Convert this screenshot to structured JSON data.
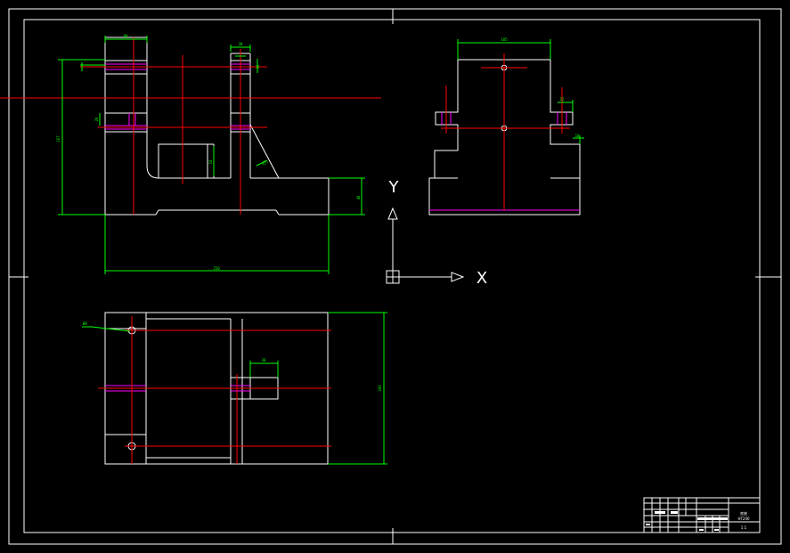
{
  "colors": {
    "background": "#000000",
    "outline": "#ffffff",
    "centerline": "#ff0000",
    "dimension": "#00ff00",
    "hidden": "#ff00ff"
  },
  "ucs": {
    "x_label": "X",
    "y_label": "Y"
  },
  "dimensions": {
    "front_top_left_width": "80",
    "front_top_right_width": "30",
    "front_overall_height": "167",
    "front_base_height": "40",
    "front_overall_width": "250",
    "front_small_a": "10",
    "front_small_b": "20",
    "front_small_c": "10",
    "front_angle": "45°",
    "side_top_width": "105",
    "side_hole_width": "12",
    "side_step": "10",
    "plan_hole": "Ø8",
    "plan_slot_width": "30",
    "plan_depth": "200"
  },
  "title_block": {
    "drawing_name": "底座",
    "material": "HT200",
    "scale": "1:1"
  }
}
